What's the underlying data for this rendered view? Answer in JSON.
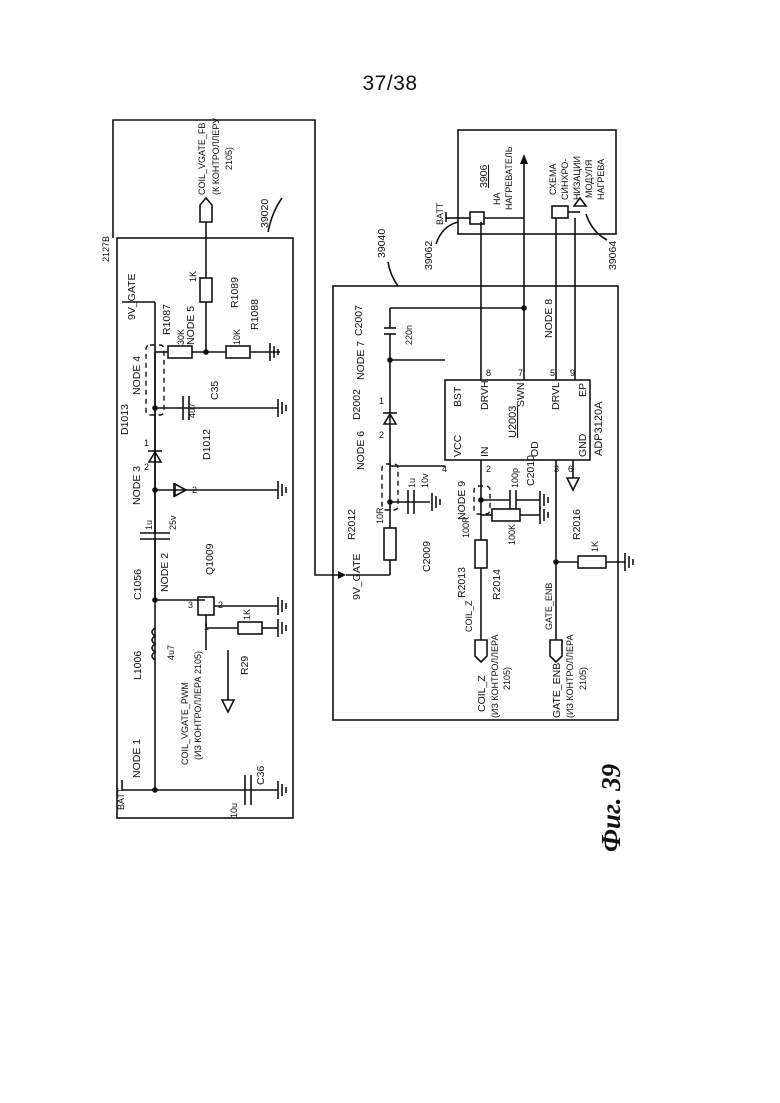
{
  "page": {
    "number": "37/38",
    "figure": "Фиг. 39"
  },
  "left_block": {
    "id": "39020",
    "ref_2127": "2127В",
    "nets": {
      "batt": "BATT",
      "node1": "NODE 1",
      "node2": "NODE 2",
      "node3": "NODE 3",
      "node4": "NODE 4",
      "node5": "NODE 5",
      "vgate": "9V_GATE"
    },
    "signals": {
      "pwm": "COIL_VGATE_PWM",
      "pwm_src": "(ИЗ КОНТРОЛЛЕРА 2105)",
      "fb": "COIL_VGATE_FB",
      "fb_dst1": "(К КОНТРОЛЛЕРУ",
      "fb_dst2": "2105)"
    },
    "parts": {
      "c36": "C36",
      "c36_val": "10u",
      "l1006": "L1006",
      "l1006_val": "4u7",
      "c1056": "C1056",
      "c1056_val": "1u",
      "c1056_v": "25v",
      "q1009": "Q1009",
      "r29": "R29",
      "r29_val": "1K",
      "d1012": "D1012",
      "d1013": "D1013",
      "c35": "C35",
      "c35_val": "4u7",
      "r1087": "R1087",
      "r1087_val": "30K",
      "r1088": "R1088",
      "r1088_val": "10K",
      "r1089": "R1089",
      "r1089_val": "1K"
    },
    "pins": {
      "d1_2": "2",
      "d1_1": "1",
      "q_3": "3",
      "q_2": "2",
      "q_1": "1",
      "d2_2": "2"
    }
  },
  "right_block": {
    "id": "39040",
    "nets": {
      "vgate": "9V_GATE",
      "node6": "NODE 6",
      "node7": "NODE 7",
      "node8": "NODE 8",
      "node9": "NODE 9"
    },
    "chip": {
      "ref": "U2003",
      "part": "ADP3120A",
      "pins_left": [
        "VCC",
        "IN",
        "OD",
        "GND"
      ],
      "pins_right": [
        "BST",
        "DRVH",
        "SWN",
        "DRVL",
        "EP"
      ],
      "nums_left": [
        "4",
        "2",
        "3",
        "6"
      ],
      "nums_right": [
        "8",
        "7",
        "5",
        "9"
      ]
    },
    "parts": {
      "r2012": "R2012",
      "r2012_val": "10R",
      "c2009": "C2009",
      "c2009_val": "1u",
      "c2009_v": "10v",
      "d2002": "D2002",
      "c2007": "C2007",
      "c2007_val": "220n",
      "r2013": "R2013",
      "r2013_val": "100R",
      "r2014": "R2014",
      "r2014_val": "100K",
      "c2010": "C2010",
      "c2010_val": "100p",
      "r2016": "R2016",
      "r2016_val": "1K"
    },
    "pins": {
      "d_2": "2",
      "d_1": "1"
    },
    "signals": {
      "coil_z": "COIL_Z",
      "coil_z_src1": "(ИЗ КОНТРОЛЛЕРА",
      "coil_z_src2": "2105)",
      "gate_enb": "GATE_ENB",
      "gate_enb_lbl": "GATE_ENB",
      "gate_enb_src1": "(ИЗ КОНТРОЛЛЕРА",
      "gate_enb_src2": "2105)"
    }
  },
  "heater_module": {
    "id": "3906",
    "batt": "BATT",
    "label_1": "СХЕМА",
    "label_2": "СИНХРО-",
    "label_3": "НИЗАЦИИ",
    "label_4": "МОДУЛЯ",
    "label_5": "НАГРЕВА",
    "to_heater_1": "НА",
    "to_heater_2": "НАГРЕВАТЕЛЬ",
    "ref_a": "39062",
    "ref_b": "39064"
  }
}
